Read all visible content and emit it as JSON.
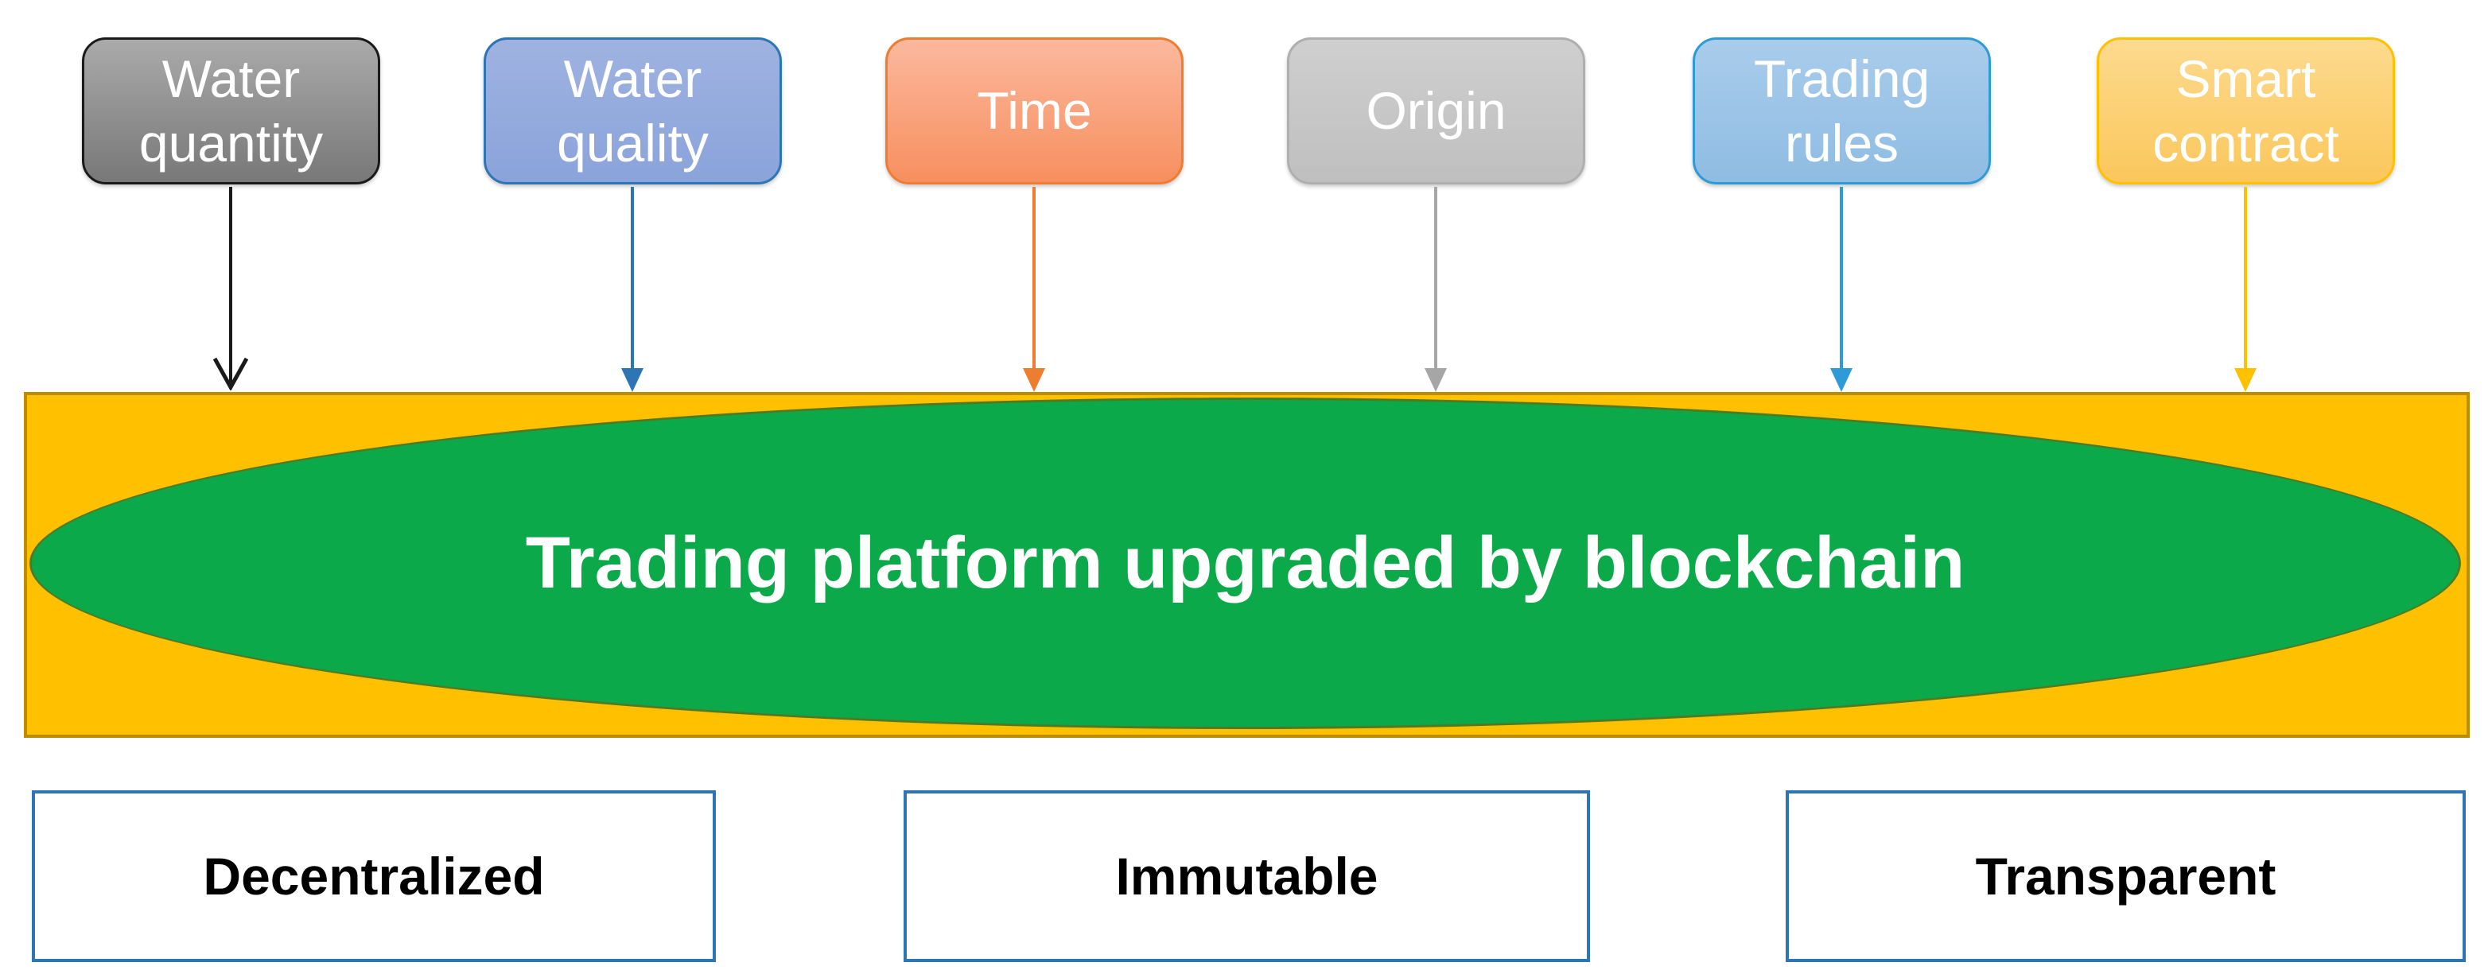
{
  "diagram": {
    "input_boxes": [
      {
        "label": "Water quantity",
        "fill_top": "#AAAAAA",
        "fill_bottom": "#787878",
        "border_color": "#1A1A1A",
        "text_color": "#FFFFFF",
        "arrow_color": "#1A1A1A",
        "arrow_head": "open"
      },
      {
        "label": "Water quality",
        "fill_top": "#9FB3E1",
        "fill_bottom": "#8AA3DA",
        "border_color": "#2E75B6",
        "text_color": "#FFFFFF",
        "arrow_color": "#2E75B6",
        "arrow_head": "solid"
      },
      {
        "label": "Time",
        "fill_top": "#FBB89D",
        "fill_bottom": "#F78F5F",
        "border_color": "#ED7D31",
        "text_color": "#FFFFFF",
        "arrow_color": "#ED7D31",
        "arrow_head": "solid"
      },
      {
        "label": "Origin",
        "fill_top": "#CFCFCF",
        "fill_bottom": "#BFBFBF",
        "border_color": "#AFAFAF",
        "text_color": "#FFFFFF",
        "arrow_color": "#A6A6A6",
        "arrow_head": "solid"
      },
      {
        "label": "Trading rules",
        "fill_top": "#A9CCEB",
        "fill_bottom": "#8FBCE3",
        "border_color": "#2E9BD6",
        "text_color": "#FFFFFF",
        "arrow_color": "#2E9BD6",
        "arrow_head": "solid"
      },
      {
        "label": "Smart contract",
        "fill_top": "#FCDA8E",
        "fill_bottom": "#FBC75C",
        "border_color": "#FFC000",
        "text_color": "#FFFFFF",
        "arrow_color": "#FFC000",
        "arrow_head": "solid"
      }
    ],
    "platform": {
      "label": "Trading platform upgraded by blockchain",
      "band_fill": "#FFC000",
      "band_border": "#BD8D00",
      "ellipse_fill": "#0CA94B",
      "ellipse_border": "#4E7B22",
      "text_color": "#FFFFFF"
    },
    "property_boxes": [
      {
        "label": "Decentralized",
        "border_color": "#2E75B6",
        "fill": "#FFFFFF",
        "text_color": "#000000"
      },
      {
        "label": "Immutable",
        "border_color": "#2E75B6",
        "fill": "#FFFFFF",
        "text_color": "#000000"
      },
      {
        "label": "Transparent",
        "border_color": "#2E75B6",
        "fill": "#FFFFFF",
        "text_color": "#000000"
      }
    ]
  }
}
